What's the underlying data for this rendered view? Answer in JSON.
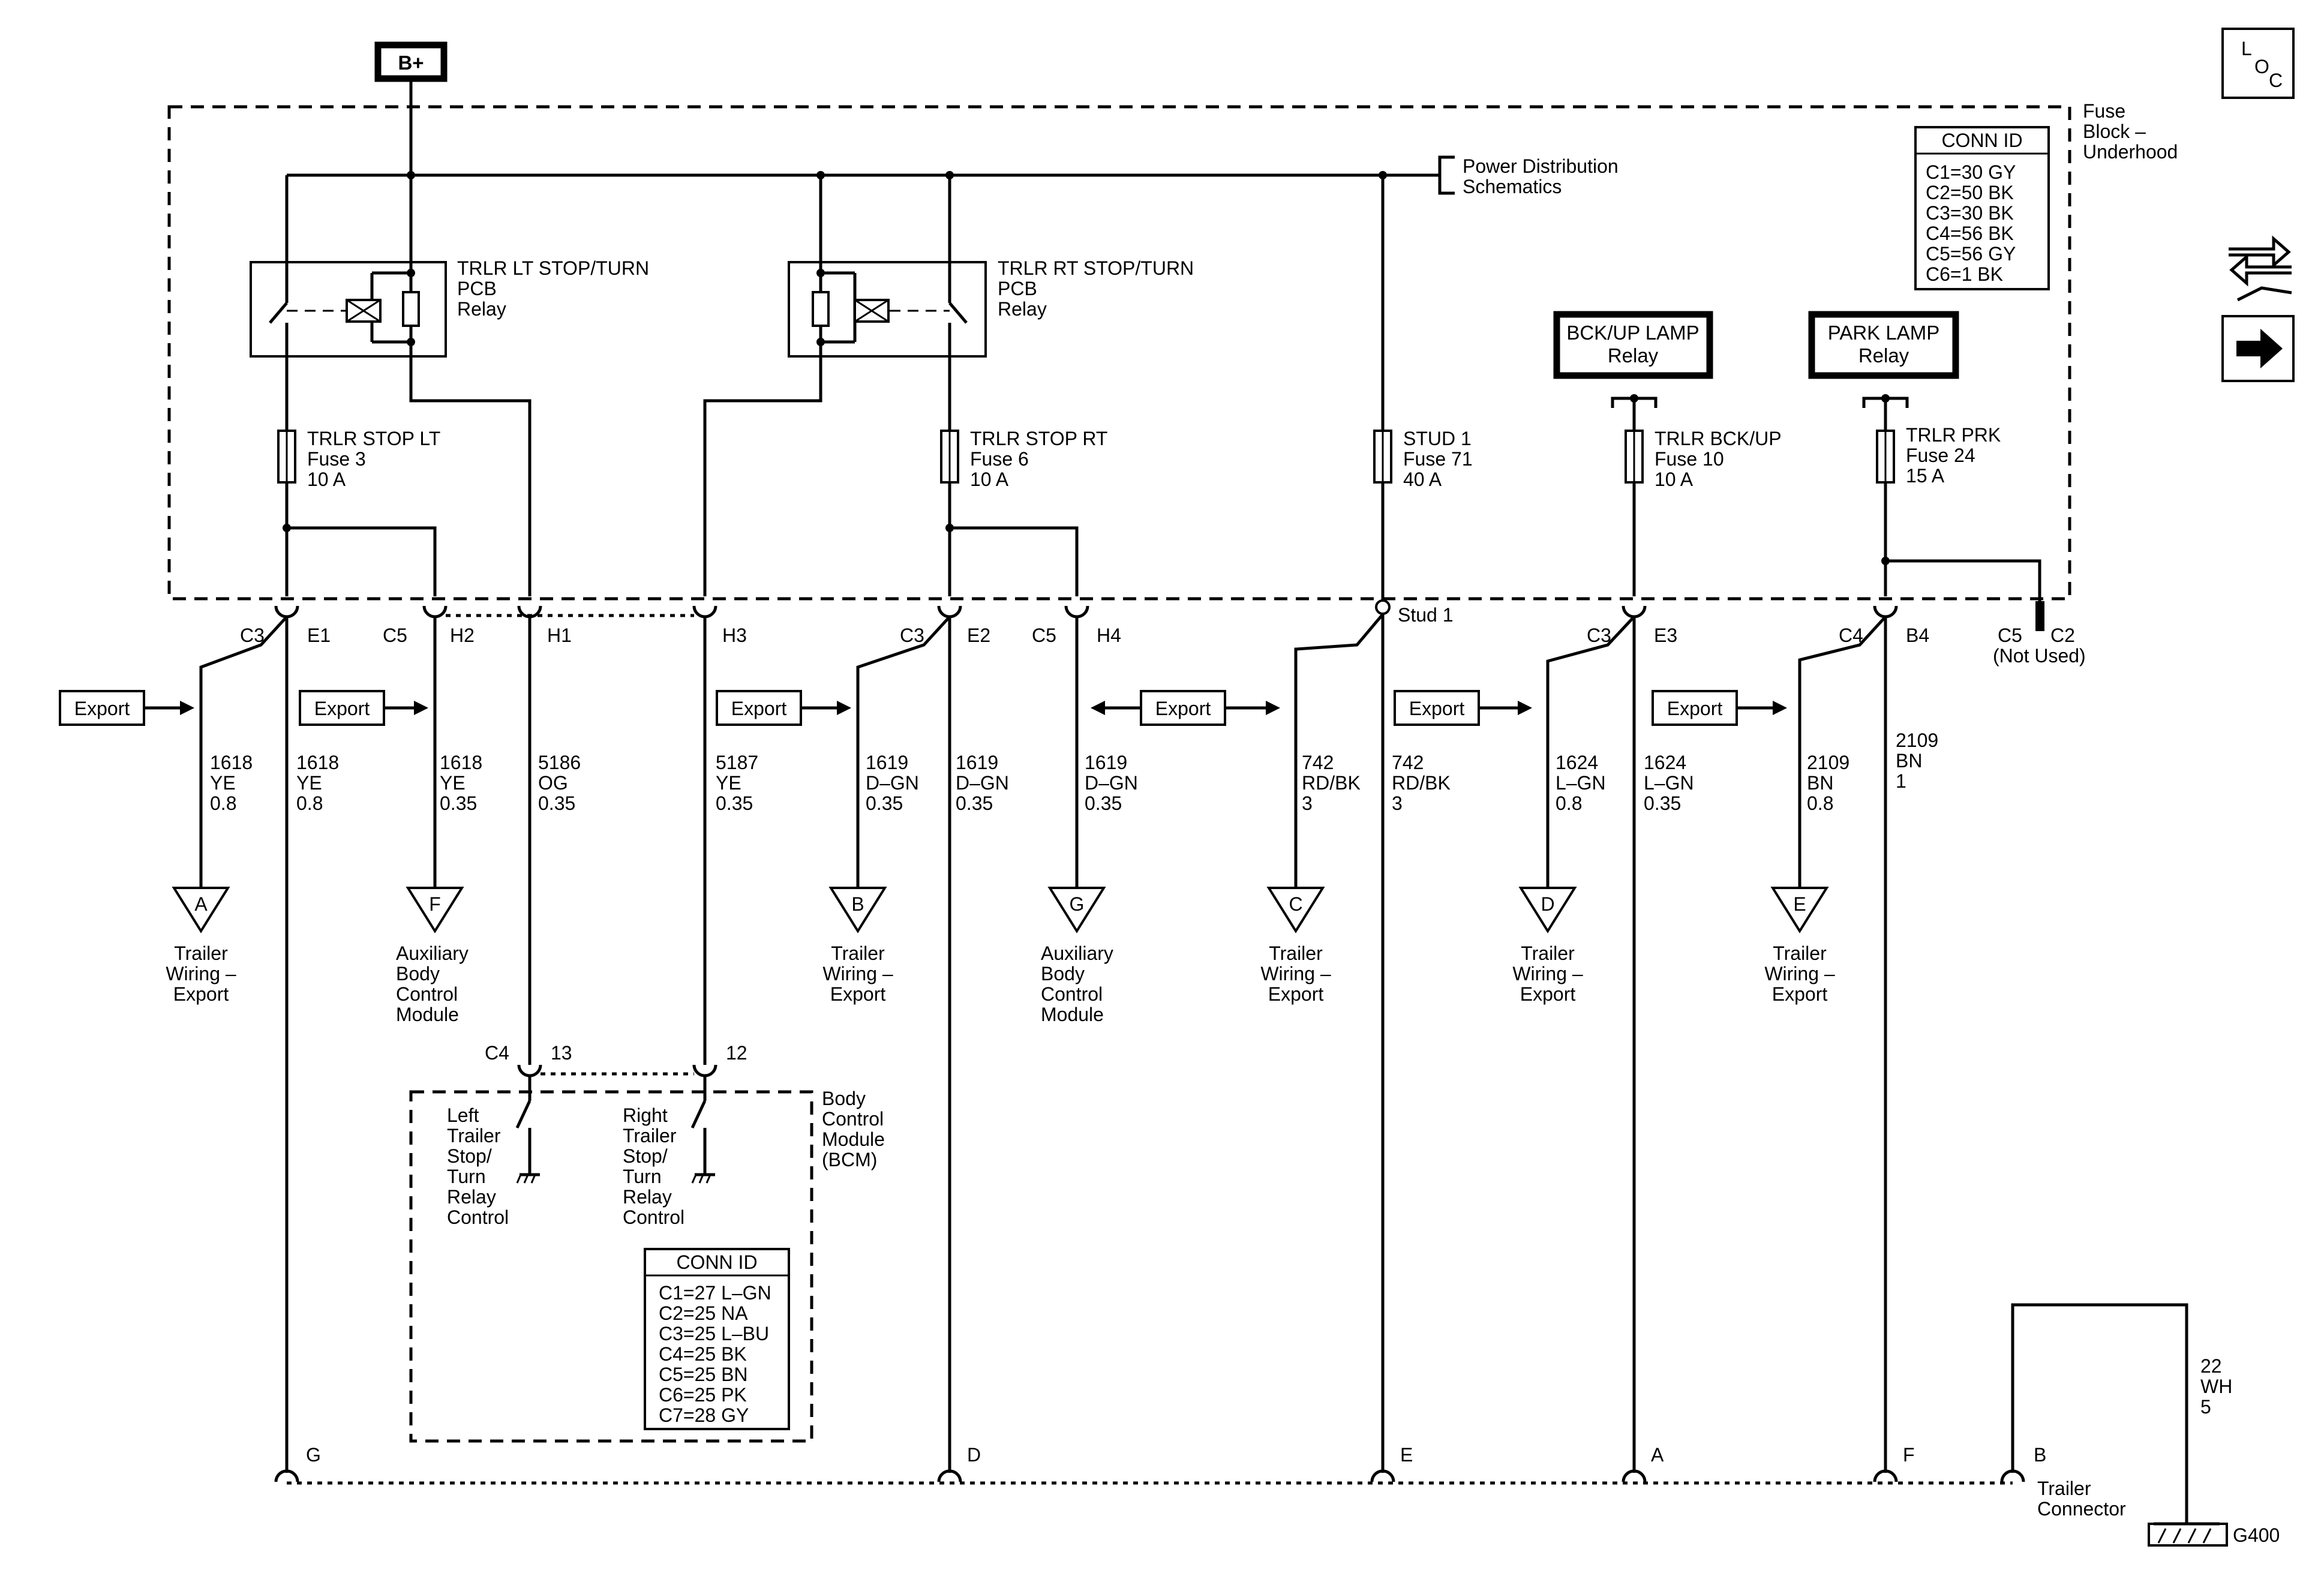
{
  "b_plus": "B+",
  "fuse_block": {
    "line1": "Fuse",
    "line2": "Block –",
    "line3": "Underhood"
  },
  "power_distribution": {
    "line1": "Power Distribution",
    "line2": "Schematics"
  },
  "fuse_block_conn_id": {
    "title": "CONN ID",
    "rows": [
      "C1=30 GY",
      "C2=50 BK",
      "C3=30 BK",
      "C4=56 BK",
      "C5=56 GY",
      "C6=1 BK"
    ]
  },
  "relays": [
    {
      "line1": "TRLR LT STOP/TURN",
      "line2": "PCB",
      "line3": "Relay"
    },
    {
      "line1": "TRLR RT STOP/TURN",
      "line2": "PCB",
      "line3": "Relay"
    }
  ],
  "box_relays": [
    {
      "line1": "BCK/UP LAMP",
      "line2": "Relay"
    },
    {
      "line1": "PARK LAMP",
      "line2": "Relay"
    }
  ],
  "fuses": [
    {
      "name": "TRLR STOP LT",
      "fuse": "Fuse 3",
      "rating": "10 A"
    },
    {
      "name": "TRLR STOP RT",
      "fuse": "Fuse 6",
      "rating": "10 A"
    },
    {
      "name": "STUD 1",
      "fuse": "Fuse 71",
      "rating": "40 A"
    },
    {
      "name": "TRLR BCK/UP",
      "fuse": "Fuse 10",
      "rating": "10 A"
    },
    {
      "name": "TRLR PRK",
      "fuse": "Fuse 24",
      "rating": "15 A"
    }
  ],
  "fb_connectors": [
    {
      "conn": "C3",
      "pin": "E1"
    },
    {
      "conn": "C5",
      "pin": "H2"
    },
    {
      "conn": "",
      "pin": "H1"
    },
    {
      "conn": "",
      "pin": "H3"
    },
    {
      "conn": "C3",
      "pin": "E2"
    },
    {
      "conn": "C5",
      "pin": "H4"
    },
    {
      "conn": "",
      "pin": "Stud 1"
    },
    {
      "conn": "C3",
      "pin": "E3"
    },
    {
      "conn": "C4",
      "pin": "B4"
    }
  ],
  "not_used": {
    "c5": "C5",
    "c2": "C2",
    "note": "(Not Used)"
  },
  "export_label": "Export",
  "wires": [
    {
      "circuit": "1618",
      "color": "YE",
      "gauge": "0.8"
    },
    {
      "circuit": "1618",
      "color": "YE",
      "gauge": "0.8"
    },
    {
      "circuit": "1618",
      "color": "YE",
      "gauge": "0.35"
    },
    {
      "circuit": "5186",
      "color": "OG",
      "gauge": "0.35"
    },
    {
      "circuit": "5187",
      "color": "YE",
      "gauge": "0.35"
    },
    {
      "circuit": "1619",
      "color": "D–GN",
      "gauge": "0.35"
    },
    {
      "circuit": "1619",
      "color": "D–GN",
      "gauge": "0.35"
    },
    {
      "circuit": "1619",
      "color": "D–GN",
      "gauge": "0.35"
    },
    {
      "circuit": "742",
      "color": "RD/BK",
      "gauge": "3"
    },
    {
      "circuit": "742",
      "color": "RD/BK",
      "gauge": "3"
    },
    {
      "circuit": "1624",
      "color": "L–GN",
      "gauge": "0.8"
    },
    {
      "circuit": "1624",
      "color": "L–GN",
      "gauge": "0.35"
    },
    {
      "circuit": "2109",
      "color": "BN",
      "gauge": "0.8"
    },
    {
      "circuit": "2109",
      "color": "BN",
      "gauge": "1"
    },
    {
      "circuit": "22",
      "color": "WH",
      "gauge": "5"
    }
  ],
  "offpage": [
    {
      "letter": "A",
      "l1": "Trailer",
      "l2": "Wiring –",
      "l3": "Export",
      "l4": ""
    },
    {
      "letter": "F",
      "l1": "Auxiliary",
      "l2": "Body",
      "l3": "Control",
      "l4": "Module"
    },
    {
      "letter": "B",
      "l1": "Trailer",
      "l2": "Wiring –",
      "l3": "Export",
      "l4": ""
    },
    {
      "letter": "G",
      "l1": "Auxiliary",
      "l2": "Body",
      "l3": "Control",
      "l4": "Module"
    },
    {
      "letter": "C",
      "l1": "Trailer",
      "l2": "Wiring –",
      "l3": "Export",
      "l4": ""
    },
    {
      "letter": "D",
      "l1": "Trailer",
      "l2": "Wiring –",
      "l3": "Export",
      "l4": ""
    },
    {
      "letter": "E",
      "l1": "Trailer",
      "l2": "Wiring –",
      "l3": "Export",
      "l4": ""
    }
  ],
  "bcm": {
    "conn": "C4",
    "pin_left": "13",
    "pin_right": "12",
    "name": {
      "l1": "Body",
      "l2": "Control",
      "l3": "Module",
      "l4": "(BCM)"
    },
    "left_switch": {
      "l1": "Left",
      "l2": "Trailer",
      "l3": "Stop/",
      "l4": "Turn",
      "l5": "Relay",
      "l6": "Control"
    },
    "right_switch": {
      "l1": "Right",
      "l2": "Trailer",
      "l3": "Stop/",
      "l4": "Turn",
      "l5": "Relay",
      "l6": "Control"
    },
    "conn_id": {
      "title": "CONN ID",
      "rows": [
        "C1=27 L–GN",
        "C2=25 NA",
        "C3=25 L–BU",
        "C4=25 BK",
        "C5=25 BN",
        "C6=25 PK",
        "C7=28 GY"
      ]
    }
  },
  "trailer_pins": [
    "G",
    "D",
    "E",
    "A",
    "F",
    "B"
  ],
  "trailer_connector": {
    "l1": "Trailer",
    "l2": "Connector"
  },
  "ground": "G400",
  "loc": {
    "l": "L",
    "o": "O",
    "c": "C"
  }
}
